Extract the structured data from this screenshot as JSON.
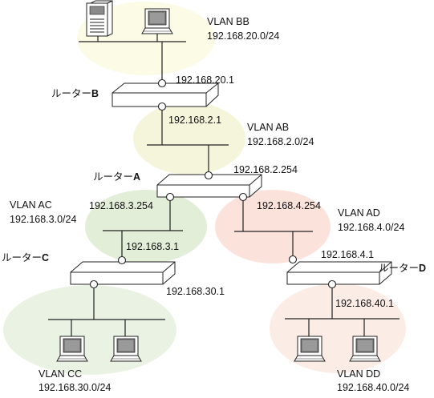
{
  "colors": {
    "vlan_bb": "#fbfbe6",
    "vlan_ab": "#f5f5dc",
    "vlan_ac": "#e3eed9",
    "vlan_ad": "#fbe3dc",
    "vlan_cc": "#e9f2e3",
    "vlan_dd": "#fbece6",
    "line": "#222222",
    "router_fill": "#ffffff",
    "pc_screen": "#7f7f7f"
  },
  "icons": [
    "server-icon",
    "pc-icon",
    "router-icon",
    "interface-port-icon"
  ],
  "vlans": {
    "bb": {
      "name": "VLAN BB",
      "subnet": "192.168.20.0/24"
    },
    "ab": {
      "name": "VLAN AB",
      "subnet": "192.168.2.0/24"
    },
    "ac": {
      "name": "VLAN AC",
      "subnet": "192.168.3.0/24"
    },
    "ad": {
      "name": "VLAN AD",
      "subnet": "192.168.4.0/24"
    },
    "cc": {
      "name": "VLAN CC",
      "subnet": "192.168.30.0/24"
    },
    "dd": {
      "name": "VLAN DD",
      "subnet": "192.168.40.0/24"
    }
  },
  "routers": {
    "a": {
      "prefix": "ルーター",
      "letter": "A"
    },
    "b": {
      "prefix": "ルーター",
      "letter": "B"
    },
    "c": {
      "prefix": "ルーター",
      "letter": "C"
    },
    "d": {
      "prefix": "ルーター",
      "letter": "D"
    }
  },
  "interfaces": {
    "b_vlan_bb": "192.168.20.1",
    "b_vlan_ab": "192.168.2.1",
    "a_vlan_ab": "192.168.2.254",
    "a_vlan_ac": "192.168.3.254",
    "a_vlan_ad": "192.168.4.254",
    "c_vlan_ac": "192.168.3.1",
    "c_vlan_cc": "192.168.30.1",
    "d_vlan_ad": "192.168.4.1",
    "d_vlan_dd": "192.168.40.1"
  }
}
